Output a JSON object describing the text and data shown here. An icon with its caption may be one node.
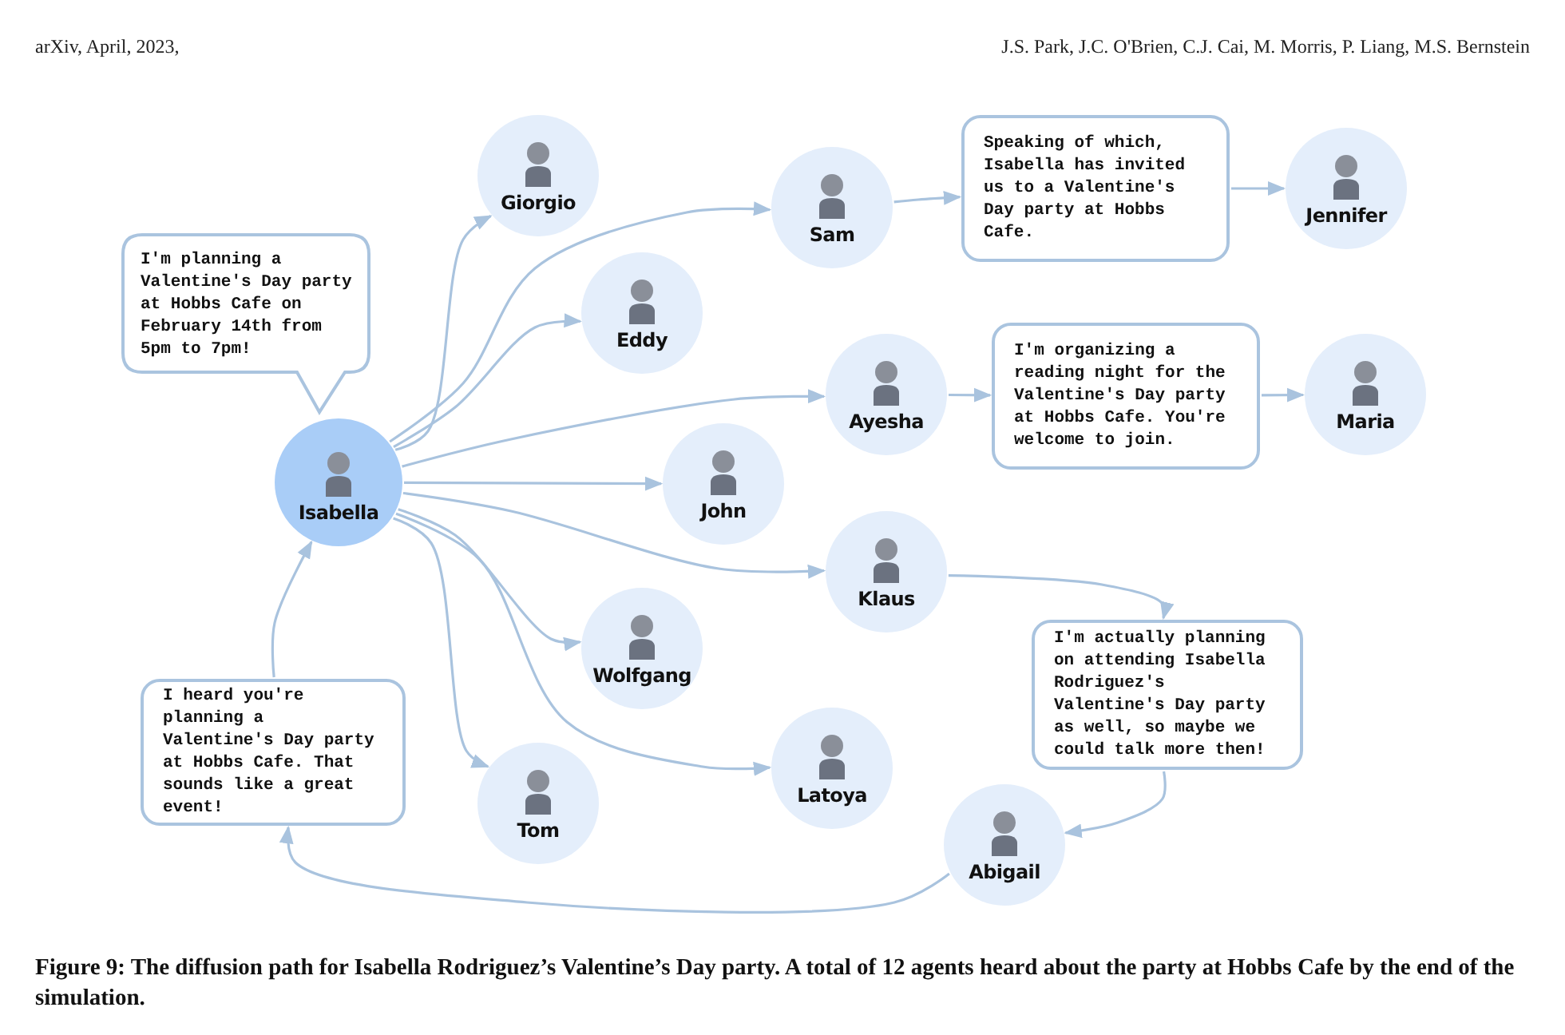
{
  "diagram": {
    "caption": "Figure 9: The diffusion path for Isabella Rodriguez’s Valentine’s Day party. A total of 12 agents heard about the party at Hobbs Cafe by the end of the simulation.",
    "nodes": [
      {
        "text": [
          "I'm planning a Valentine's Day party at Hobbs Cafe on February 14th from 5pm to 7pm!"
        ]
      },
      {
        "text": [
          "Isabella"
        ]
      },
      {
        "text": [
          "Giorgio"
        ]
      },
      {
        "text": [
          "Sam"
        ]
      },
      {
        "text": [
          "Speaking of which, Isabella has invited us to a Valentine's Day party at Hobbs Cafe."
        ]
      },
      {
        "text": [
          "Jennifer"
        ]
      },
      {
        "text": [
          "Eddy"
        ]
      },
      {
        "text": [
          "Ayesha"
        ]
      },
      {
        "text": [
          "I'm organizing a reading night for the Valentine's Day party at Hobbs Cafe. You're welcome to join."
        ]
      },
      {
        "text": [
          "Maria"
        ]
      },
      {
        "text": [
          "John"
        ]
      },
      {
        "text": [
          "Klaus"
        ]
      },
      {
        "text": [
          "I'm actually planning on attending Isabella Rodriguez's Valentine's Day party as well, so maybe we could talk more then!"
        ]
      },
      {
        "text": [
          "Wolfgang"
        ]
      },
      {
        "text": [
          "Latoya"
        ]
      },
      {
        "text": [
          "Tom"
        ]
      },
      {
        "text": [
          "Abigail"
        ]
      },
      {
        "text": [
          "I heard you're planning a Valentine's Day party at Hobbs Cafe. That sounds like a great event!"
        ]
      }
    ],
    "edges": [
      {
        "from": 1,
        "to": 2,
        "arrow": "to"
      },
      {
        "from": 1,
        "to": 3,
        "arrow": "to"
      },
      {
        "from": 1,
        "to": 6,
        "arrow": "to"
      },
      {
        "from": 1,
        "to": 7,
        "arrow": "to"
      },
      {
        "from": 1,
        "to": 10,
        "arrow": "to"
      },
      {
        "from": 1,
        "to": 11,
        "arrow": "to"
      },
      {
        "from": 1,
        "to": 13,
        "arrow": "to"
      },
      {
        "from": 1,
        "to": 14,
        "arrow": "to"
      },
      {
        "from": 1,
        "to": 15,
        "arrow": "to"
      },
      {
        "from": 3,
        "to": 4,
        "arrow": "to"
      },
      {
        "from": 4,
        "to": 5,
        "arrow": "to"
      },
      {
        "from": 7,
        "to": 8,
        "arrow": "to"
      },
      {
        "from": 8,
        "to": 9,
        "arrow": "to"
      },
      {
        "from": 11,
        "to": 12,
        "arrow": "to"
      },
      {
        "from": 12,
        "to": 16,
        "arrow": "to"
      },
      {
        "from": 16,
        "to": 17,
        "arrow": "to"
      },
      {
        "from": 17,
        "to": 1,
        "arrow": "to"
      }
    ],
    "labels": [
      "arXiv, April, 2023,",
      "J.S. Park, J.C. O'Brien, C.J. Cai, M. Morris, P. Liang, M.S. Bernstein"
    ]
  }
}
